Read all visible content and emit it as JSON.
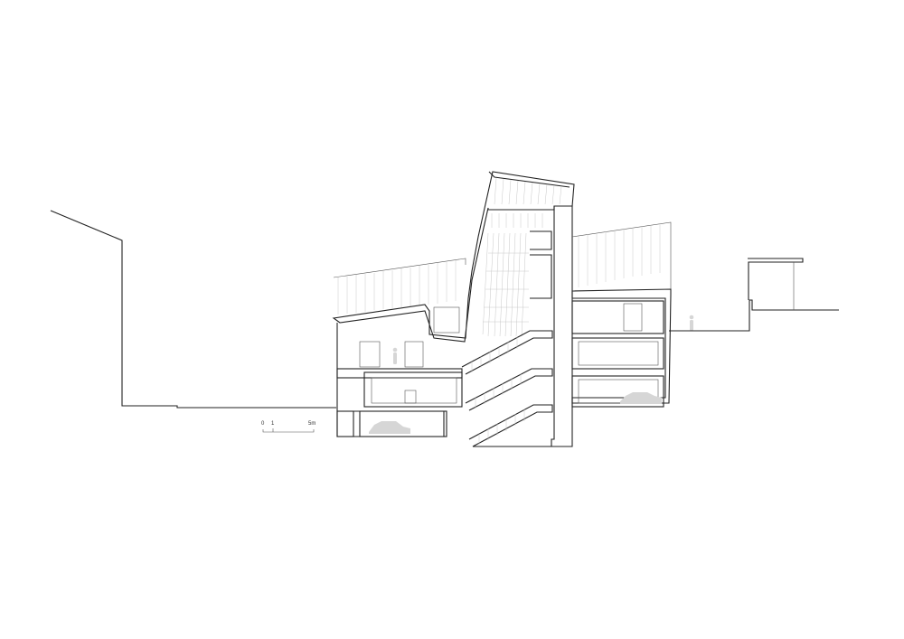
{
  "scale_bar": {
    "labels": [
      "0",
      "1",
      "5m"
    ]
  },
  "colors": {
    "line": "#222222",
    "hatch": "#c8c8c8",
    "figure": "#d6d6d6"
  }
}
